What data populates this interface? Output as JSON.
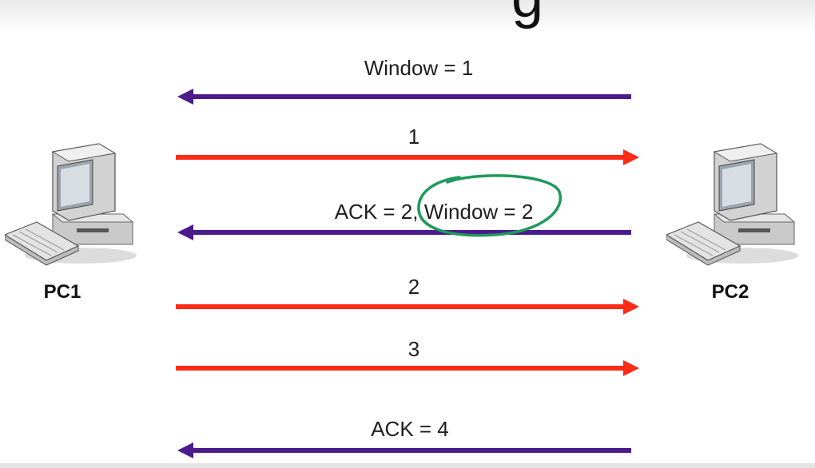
{
  "partial_title_glyph": "g",
  "pc_left": {
    "label": "PC1",
    "icon": "desktop-computer-icon"
  },
  "pc_right": {
    "label": "PC2",
    "icon": "desktop-computer-icon"
  },
  "messages": [
    {
      "text": "Window = 1",
      "direction": "PC2→PC1",
      "color": "#4b1b8c"
    },
    {
      "text": "1",
      "direction": "PC1→PC2",
      "color": "#ff2a17"
    },
    {
      "text": "ACK = 2, Window = 2",
      "direction": "PC2→PC1",
      "color": "#4b1b8c"
    },
    {
      "text": "2",
      "direction": "PC1→PC2",
      "color": "#ff2a17"
    },
    {
      "text": "3",
      "direction": "PC1→PC2",
      "color": "#ff2a17"
    },
    {
      "text": "ACK = 4",
      "direction": "PC2→PC1",
      "color": "#4b1b8c"
    }
  ],
  "annotation": {
    "type": "hand-drawn-circle",
    "highlights": "Window = 2",
    "color": "#1e9a5a"
  }
}
